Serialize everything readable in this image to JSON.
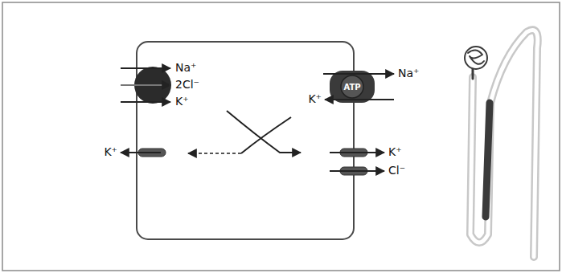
{
  "diagram": {
    "nodes": [
      {
        "text": [
          "ATP"
        ]
      }
    ],
    "labels": [
      "Na⁺",
      "2Cl⁻",
      "K⁺",
      "K⁺",
      "Na⁺",
      "K⁺",
      "K⁺",
      "Cl⁻"
    ]
  }
}
